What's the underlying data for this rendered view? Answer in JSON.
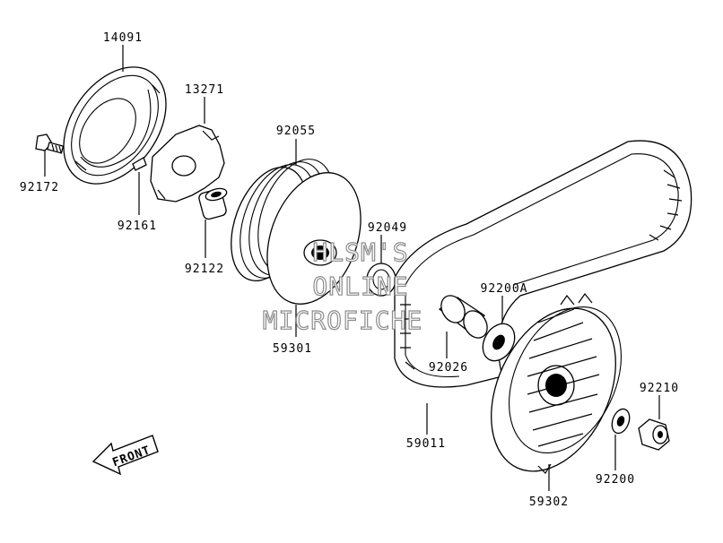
{
  "parts": {
    "p14091": "14091",
    "p13271": "13271",
    "p92172": "92172",
    "p92161": "92161",
    "p92122": "92122",
    "p92055": "92055",
    "p92049": "92049",
    "p59301": "59301",
    "p92200A": "92200A",
    "p92026": "92026",
    "p59011": "59011",
    "p92210": "92210",
    "p92200": "92200",
    "p59302": "59302"
  },
  "watermark": {
    "line1": "HLSM'S",
    "line2": "ONLINE",
    "line3": "MICROFICHE"
  },
  "direction": {
    "front": "FRONT"
  }
}
